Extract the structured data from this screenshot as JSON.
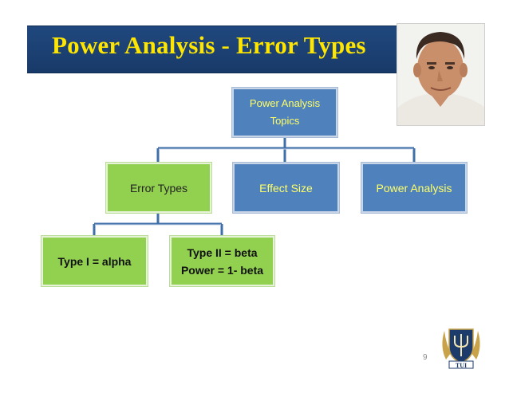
{
  "slide": {
    "title": "Power Analysis - Error Types",
    "page_number": "9",
    "logo_text": "TUI"
  },
  "diagram": {
    "root": {
      "line1": "Power Analysis",
      "line2": "Topics"
    },
    "level1": [
      {
        "label": "Error Types"
      },
      {
        "label": "Effect Size"
      },
      {
        "label": "Power Analysis"
      }
    ],
    "level2": [
      {
        "line1": "Type I = alpha"
      },
      {
        "line1": "Type II = beta",
        "line2": "Power = 1- beta"
      }
    ]
  },
  "colors": {
    "title_bar": "#1d4279",
    "title_text": "#ffe600",
    "blue_box": "#4f81bd",
    "green_box": "#92d050",
    "blue_box_text": "#ffff66",
    "connector": "#3f6fa8"
  },
  "icons": {
    "photo": "presenter-portrait",
    "logo": "university-crest-trident-icon"
  }
}
